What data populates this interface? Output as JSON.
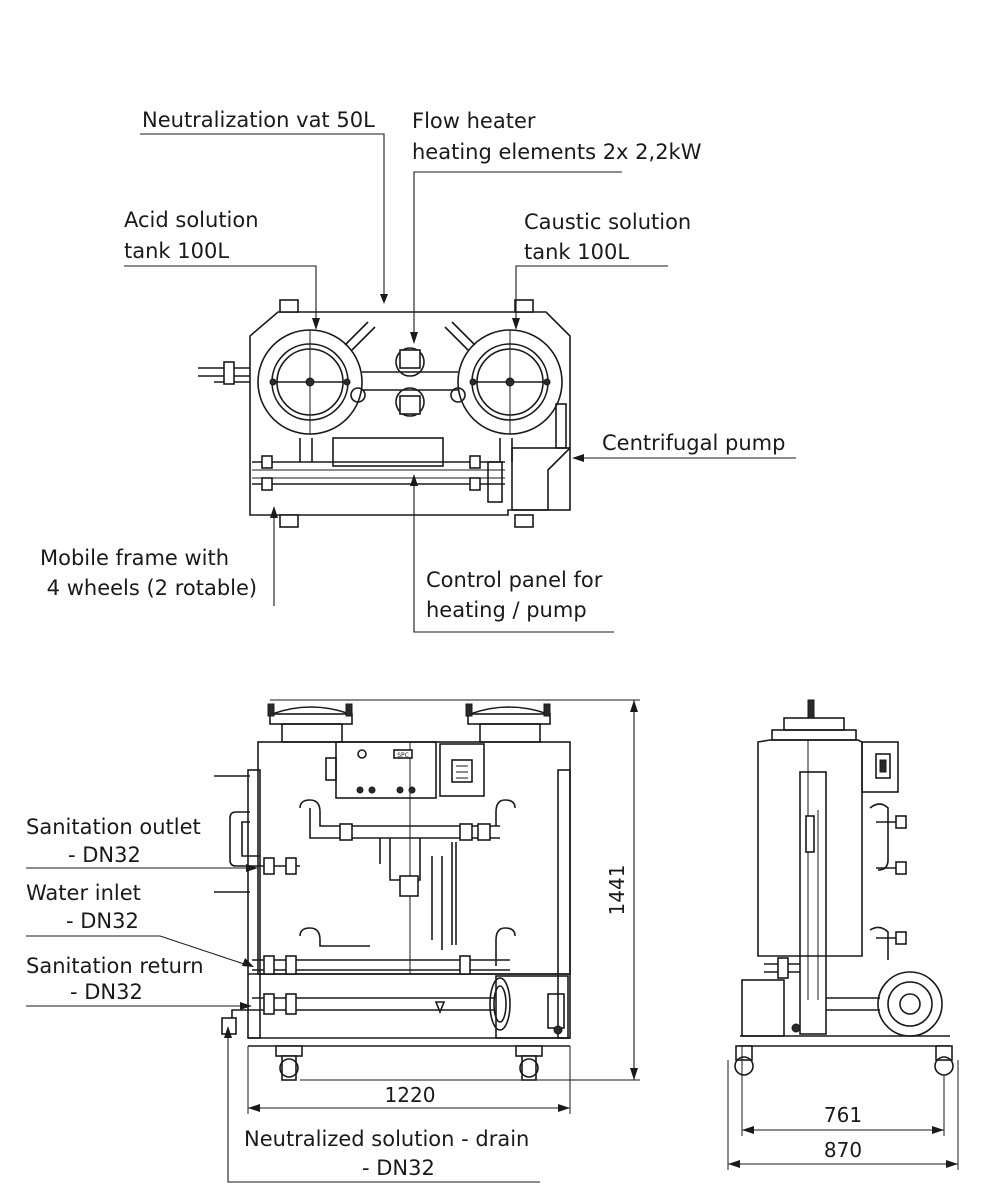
{
  "labels": {
    "neutralization_vat": "Neutralization vat 50L",
    "flow_heater_line1": "Flow heater",
    "flow_heater_line2": "heating elements 2x 2,2kW",
    "acid_tank_line1": "Acid solution",
    "acid_tank_line2": "tank 100L",
    "caustic_tank_line1": "Caustic solution",
    "caustic_tank_line2": "tank 100L",
    "centrifugal_pump": "Centrifugal pump",
    "mobile_frame_line1": "Mobile frame with",
    "mobile_frame_line2": " 4 wheels (2 rotable)",
    "control_panel_line1": "Control panel for",
    "control_panel_line2": "heating / pump",
    "sanitation_outlet_line1": "Sanitation outlet",
    "sanitation_outlet_line2": "- DN32",
    "water_inlet_line1": "Water inlet",
    "water_inlet_line2": "- DN32",
    "sanitation_return_line1": "Sanitation return",
    "sanitation_return_line2": "- DN32",
    "drain_line1": "Neutralized solution - drain",
    "drain_line2": "- DN32"
  },
  "dimensions": {
    "height": "1441",
    "front_width": "1220",
    "side_width_inner": "761",
    "side_width_outer": "870"
  },
  "panel": {
    "display_text": "SPC"
  }
}
